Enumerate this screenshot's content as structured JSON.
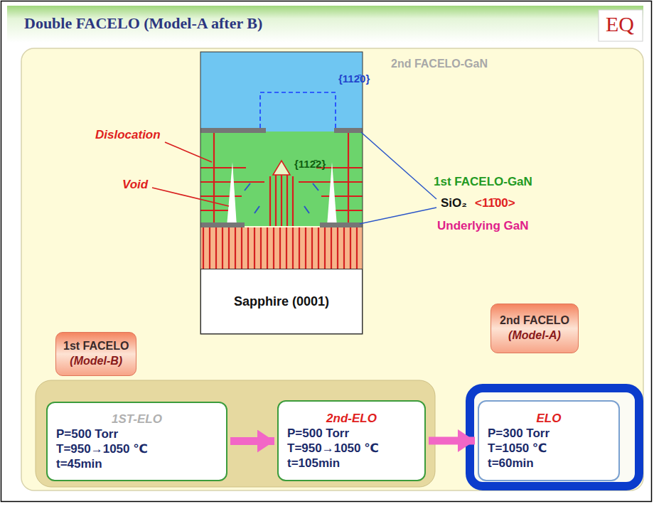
{
  "diagram": {
    "title": "Double FACELO (Model-A after B)",
    "nodes": [
      {
        "text": [
          "1st FACELO",
          "(Model-B)"
        ]
      },
      {
        "text": [
          "1ST-ELO",
          "P=500 Torr",
          "T=950→1050 ℃",
          "t=45min"
        ],
        "in": 0
      },
      {
        "text": [
          "2nd-ELO",
          "P=500 Torr",
          "T=950→1050 ℃",
          "t=105min"
        ],
        "in": 0
      },
      {
        "text": [
          "2nd FACELO",
          "(Model-A)"
        ]
      },
      {
        "text": [
          "ELO",
          "P=300 Torr",
          "T=1050 ℃",
          "t=60min"
        ],
        "in": 3
      },
      {
        "text": [
          "Sapphire (0001)"
        ]
      }
    ],
    "edges": [
      {
        "from": 1,
        "to": 2,
        "arrow": "to"
      },
      {
        "from": 2,
        "to": 4,
        "arrow": "to"
      }
    ],
    "labels": [
      "EQ",
      "{112̄0}",
      "2nd FACELO-GaN",
      "Dislocation",
      "Void",
      "{112̄2}",
      "1st FACELO-GaN",
      "SiO₂",
      "<11̄00>",
      "Underlying GaN"
    ]
  }
}
